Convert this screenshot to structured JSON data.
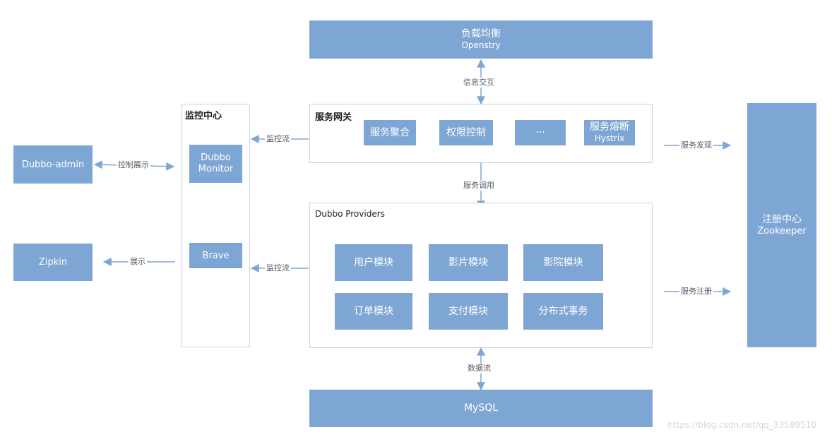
{
  "load_balancer": {
    "title": "负载均衡",
    "subtitle": "Openstry"
  },
  "gateway": {
    "title": "服务网关",
    "items": [
      {
        "label": "服务聚合",
        "sub": ""
      },
      {
        "label": "权限控制",
        "sub": ""
      },
      {
        "label": "···",
        "sub": ""
      },
      {
        "label": "服务熔断",
        "sub": "Hystrix"
      }
    ]
  },
  "providers": {
    "title": "Dubbo Providers",
    "modules": [
      "用户模块",
      "影片模块",
      "影院模块",
      "订单模块",
      "支付模块",
      "分布式事务"
    ]
  },
  "mysql": {
    "label": "MySQL"
  },
  "monitor_center": {
    "title": "监控中心",
    "dubbo_monitor": "Dubbo\nMonitor",
    "brave": "Brave"
  },
  "dubbo_admin": {
    "label": "Dubbo-admin"
  },
  "zipkin": {
    "label": "Zipkin"
  },
  "registry": {
    "title": "注册中心",
    "subtitle": "Zookeeper"
  },
  "edges": {
    "info_exchange": "信息交互",
    "service_call": "服务调用",
    "data_flow": "数据流",
    "monitor_flow_top": "监控流",
    "monitor_flow_bottom": "监控流",
    "control_display": "控制展示",
    "display": "展示",
    "service_discovery": "服务发现",
    "service_register": "服务注册"
  },
  "watermark": "https://blog.csdn.net/qq_33589510"
}
